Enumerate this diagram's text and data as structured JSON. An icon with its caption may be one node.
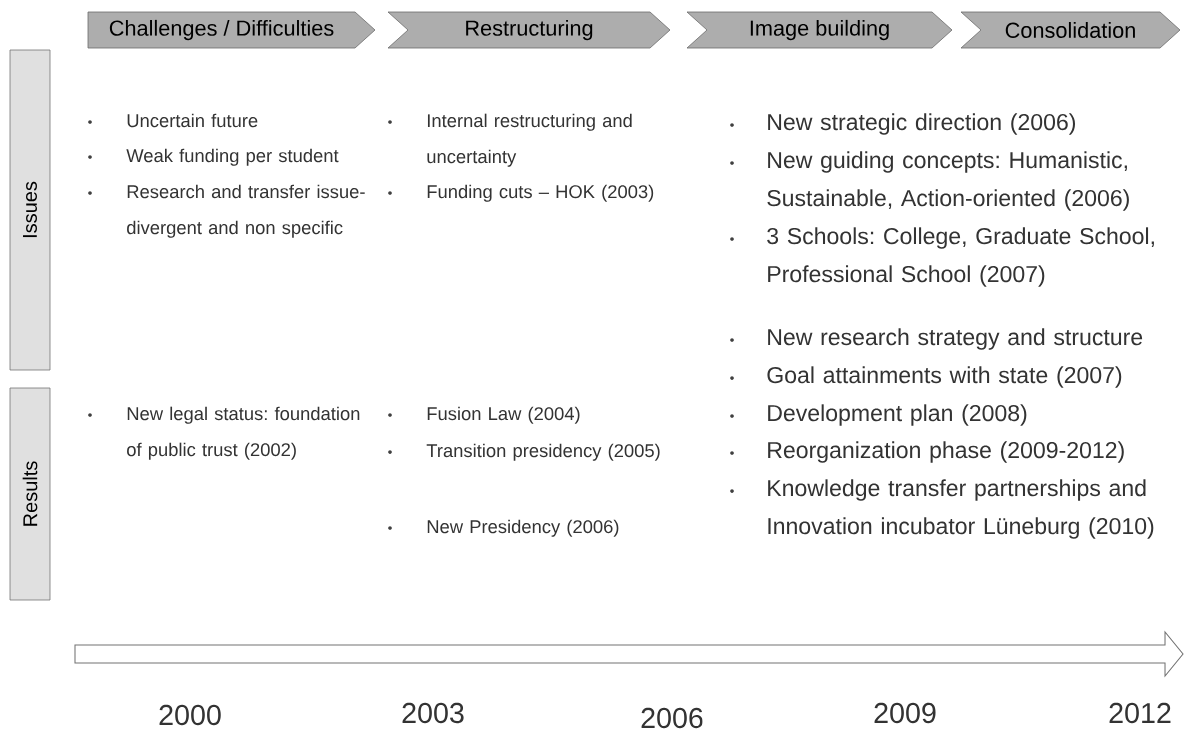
{
  "diagram": {
    "nodes": [
      {
        "text": [
          "Challenges / Difficulties"
        ]
      },
      {
        "text": [
          "Restructuring"
        ]
      },
      {
        "text": [
          "Image building"
        ]
      },
      {
        "text": [
          "Consolidation"
        ]
      },
      {
        "text": [
          "Issues"
        ]
      },
      {
        "text": [
          "Results"
        ]
      }
    ],
    "labels": [
      "Uncertain future",
      "Weak funding per student",
      "Research and transfer issue- divergent and non specific",
      "Internal restructuring and uncertainty",
      "Funding cuts – HOK (2003)",
      "New strategic direction (2006)",
      "New guiding concepts: Humanistic, Sustainable, Action-oriented (2006)",
      "3 Schools: College, Graduate School, Professional School (2007)",
      "New research strategy and structure",
      "Goal attainments with state (2007)",
      "Development plan (2008)",
      "Reorganization phase (2009-2012)",
      "Knowledge transfer partnerships and Innovation incubator Lüneburg (2010)",
      "New legal status: foundation of public trust (2002)",
      "Fusion Law (2004)",
      "Transition presidency (2005)",
      "New Presidency (2006)",
      "2000",
      "2003",
      "2006",
      "2009",
      "2012"
    ]
  }
}
